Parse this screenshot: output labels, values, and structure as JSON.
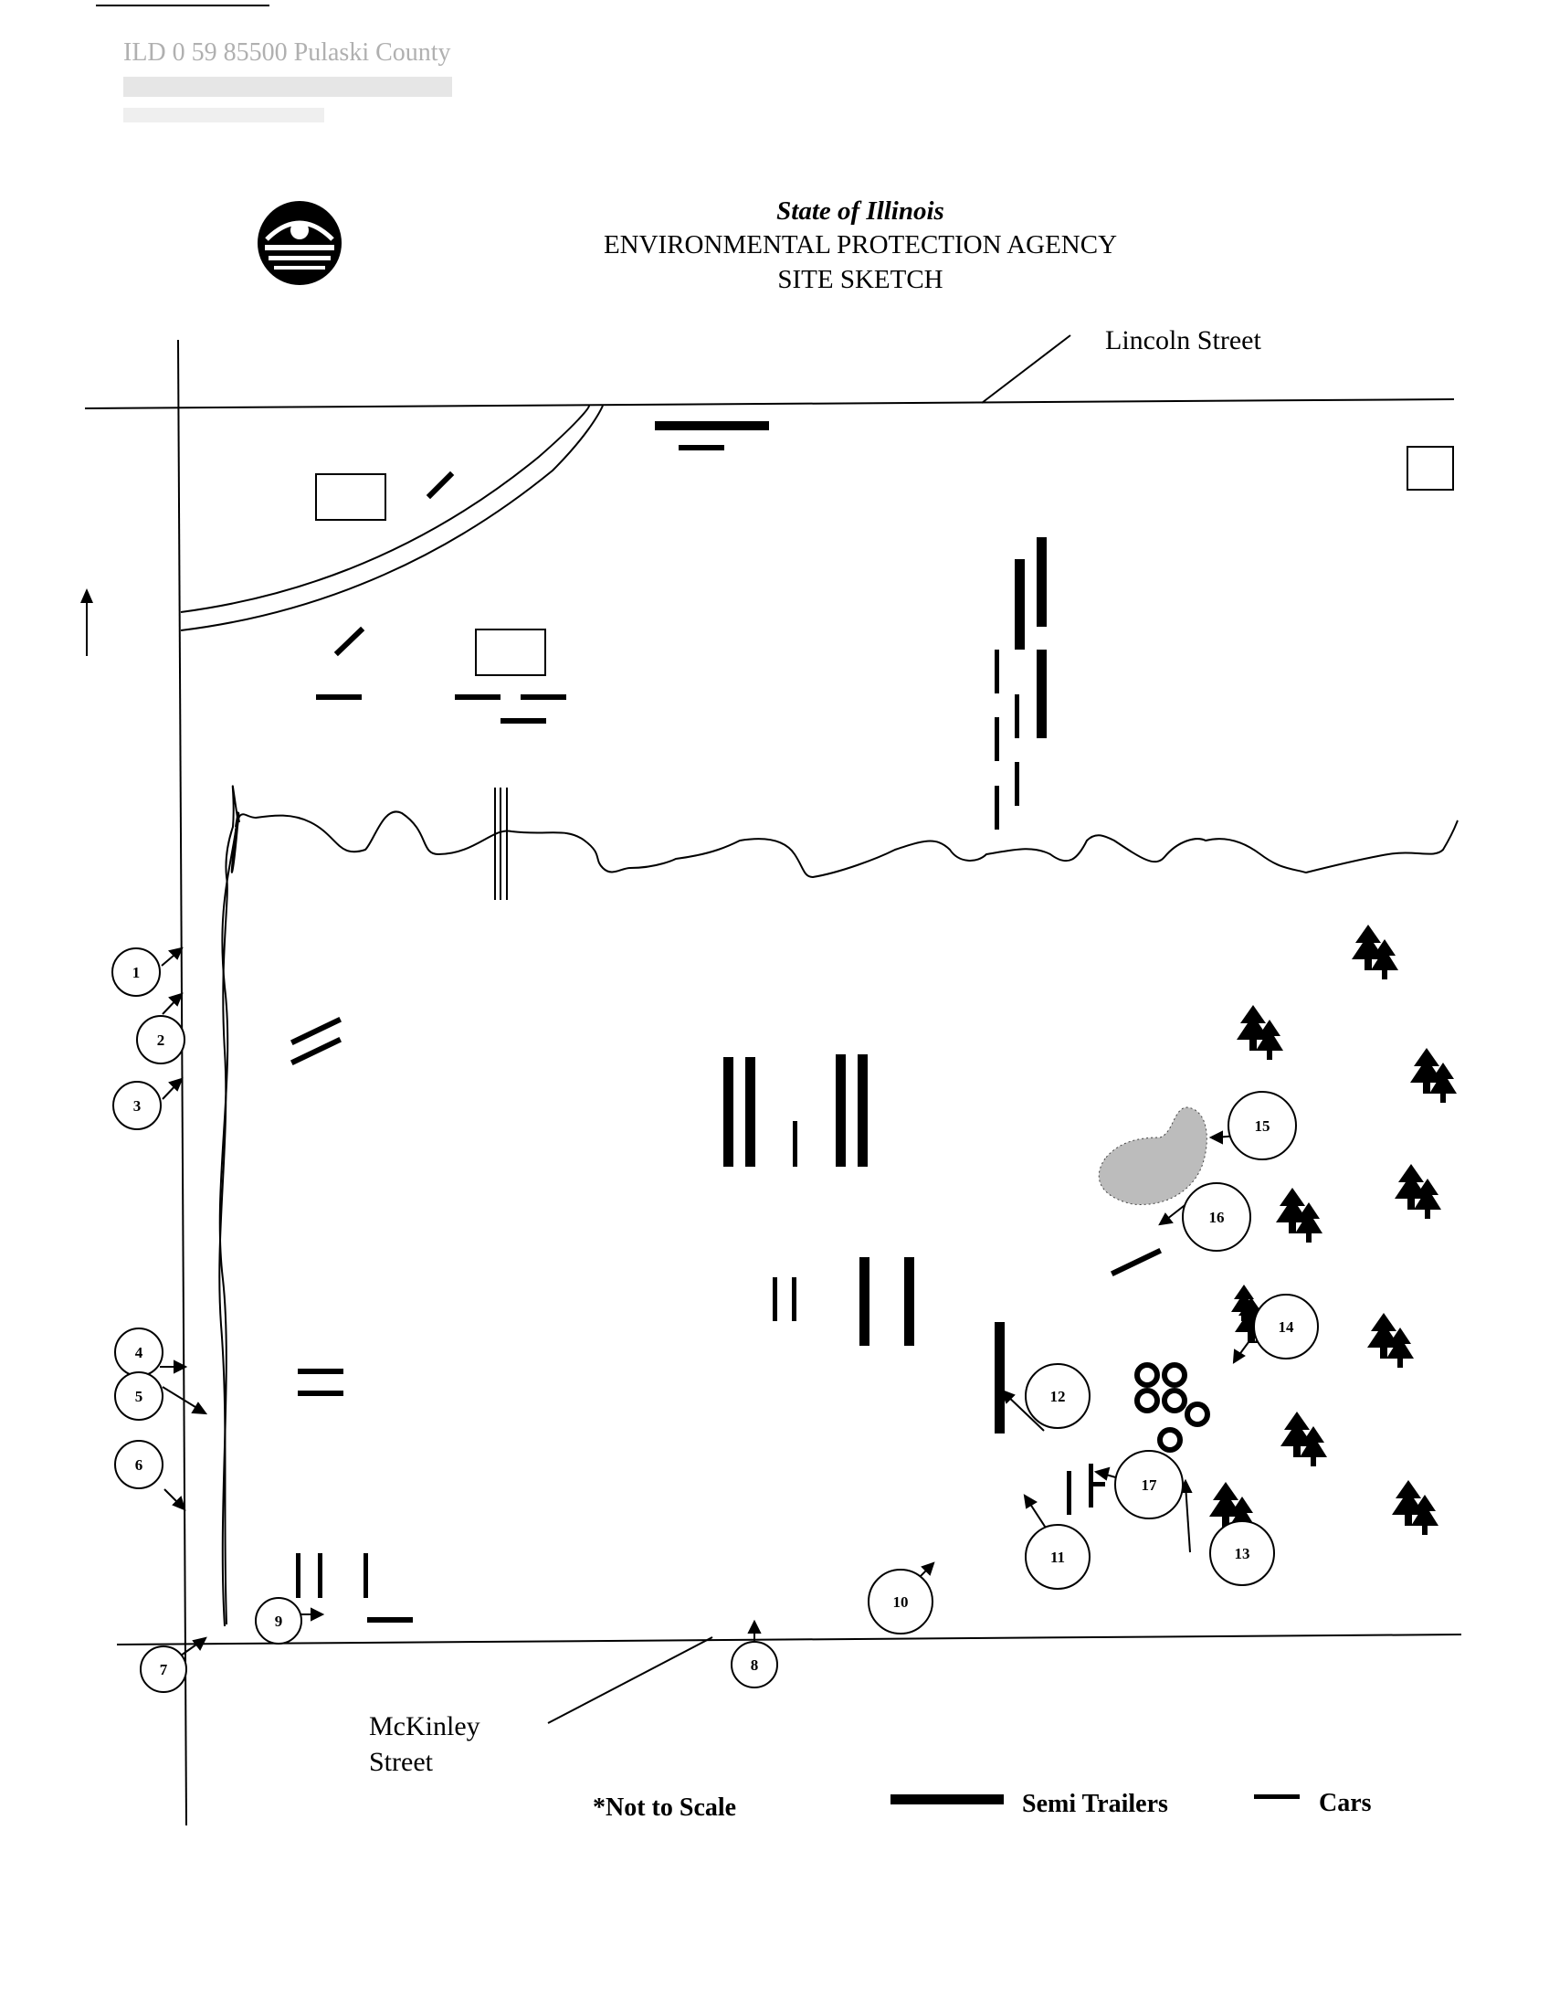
{
  "header": {
    "faded_line_1": "ILD 0 59 85500 Pulaski County",
    "state": "State of Illinois",
    "agency": "ENVIRONMENTAL PROTECTION AGENCY",
    "doc_title": "SITE SKETCH"
  },
  "streets": {
    "north": "Lincoln Street",
    "south_line1": "McKinley",
    "south_line2": "Street"
  },
  "legend": {
    "scale_note": "*Not to Scale",
    "semi_trailers": "Semi Trailers",
    "cars": "Cars"
  },
  "photo_points": [
    "1",
    "2",
    "3",
    "4",
    "5",
    "6",
    "7",
    "8",
    "9",
    "10",
    "11",
    "12",
    "13",
    "14",
    "15",
    "16",
    "17"
  ]
}
